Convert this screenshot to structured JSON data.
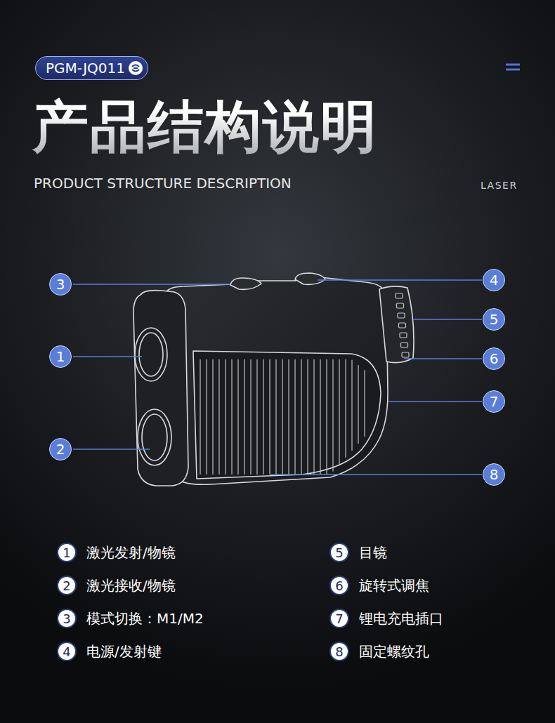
{
  "diagram": {
    "title": "产品结构说明",
    "nodes": [
      {
        "text": [
          "PGM-JQ011"
        ]
      },
      {
        "text": [
          "3"
        ]
      },
      {
        "text": [
          "1"
        ]
      },
      {
        "text": [
          "2"
        ]
      },
      {
        "text": [
          "4"
        ]
      },
      {
        "text": [
          "5"
        ]
      },
      {
        "text": [
          "6"
        ]
      },
      {
        "text": [
          "7"
        ]
      },
      {
        "text": [
          "8"
        ]
      },
      {
        "text": [
          "1",
          "激光发射/物镜"
        ]
      },
      {
        "text": [
          "2",
          "激光接收/物镜"
        ]
      },
      {
        "text": [
          "3",
          "模式切换：M1/M2"
        ]
      },
      {
        "text": [
          "4",
          "电源/发射键"
        ]
      },
      {
        "text": [
          "5",
          "目镜"
        ]
      },
      {
        "text": [
          "6",
          "旋转式调焦"
        ]
      },
      {
        "text": [
          "7",
          "锂电充电插口"
        ]
      },
      {
        "text": [
          "8",
          "固定螺纹孔"
        ]
      }
    ],
    "labels": [
      "PRODUCT STRUCTURE DESCRIPTION",
      "LASER"
    ]
  }
}
